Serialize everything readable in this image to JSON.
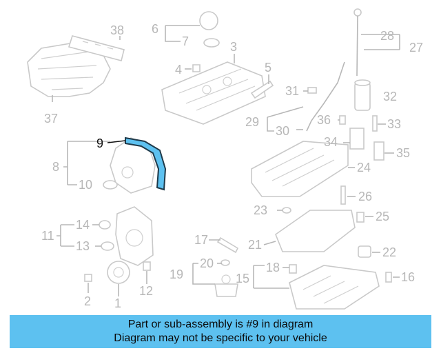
{
  "diagram": {
    "highlight_color": "#5dc1f0",
    "highlighted_part": "9",
    "labels": [
      "1",
      "2",
      "3",
      "4",
      "5",
      "6",
      "7",
      "8",
      "9",
      "10",
      "11",
      "12",
      "13",
      "14",
      "15",
      "16",
      "17",
      "18",
      "19",
      "20",
      "21",
      "22",
      "23",
      "24",
      "25",
      "26",
      "27",
      "28",
      "29",
      "30",
      "31",
      "32",
      "33",
      "34",
      "35",
      "36",
      "37",
      "38"
    ]
  },
  "caption": {
    "line1": "Part or sub-assembly is #9 in diagram",
    "line2": "Diagram may not be specific to your vehicle",
    "background": "#5dc1f0"
  }
}
